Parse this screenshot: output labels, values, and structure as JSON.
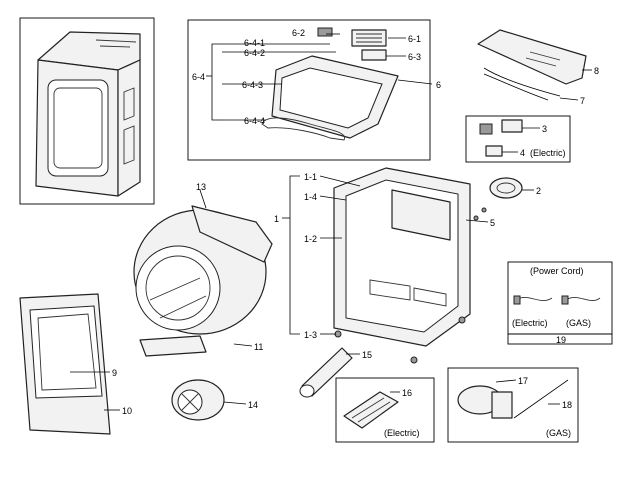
{
  "callouts": {
    "c1": "1",
    "c1_1": "1-1",
    "c1_2": "1-2",
    "c1_3": "1-3",
    "c1_4": "1-4",
    "c2": "2",
    "c3": "3",
    "c4": "4",
    "c5": "5",
    "c6": "6",
    "c6_1": "6-1",
    "c6_2": "6-2",
    "c6_3": "6-3",
    "c6_4": "6-4",
    "c6_4_1": "6-4-1",
    "c6_4_2": "6-4-2",
    "c6_4_3": "6-4-3",
    "c6_4_4": "6-4-4",
    "c7": "7",
    "c8": "8",
    "c9": "9",
    "c10": "10",
    "c11": "11",
    "c13": "13",
    "c14": "14",
    "c15": "15",
    "c16": "16",
    "c17": "17",
    "c18": "18",
    "c19": "19"
  },
  "variants": {
    "electric_board": "(Electric)",
    "electric_heater": "(Electric)",
    "power_cord_title": "(Power Cord)",
    "power_cord_electric": "(Electric)",
    "power_cord_gas": "(GAS)",
    "gas_burner": "(GAS)"
  }
}
